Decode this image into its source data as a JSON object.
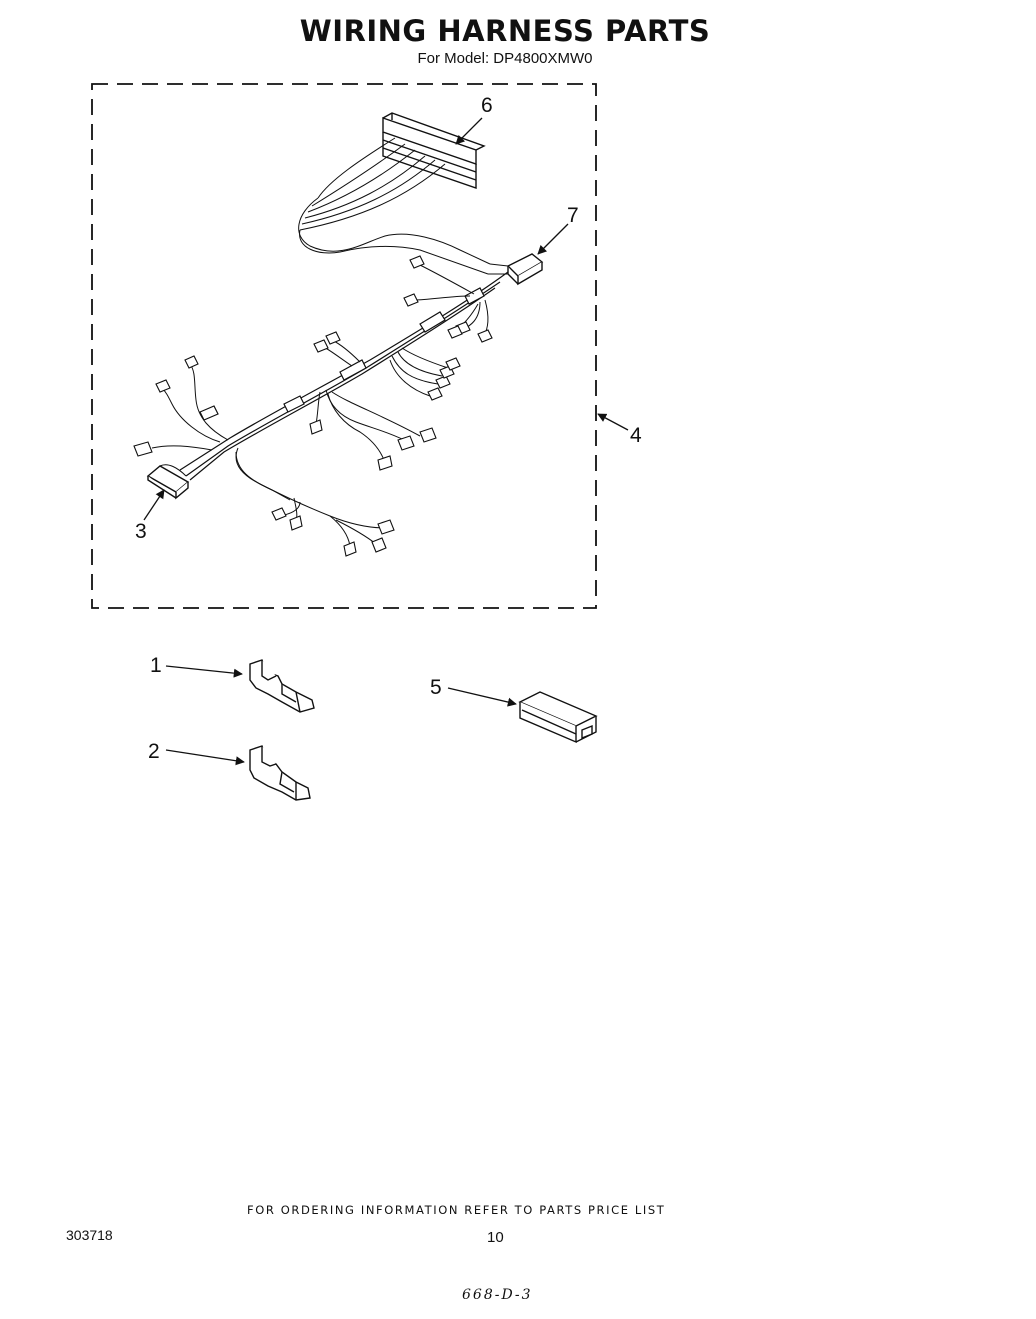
{
  "header": {
    "title": "WIRING HARNESS PARTS",
    "model_line": "For Model: DP4800XMW0"
  },
  "callouts": {
    "c1": "1",
    "c2": "2",
    "c3": "3",
    "c4": "4",
    "c5": "5",
    "c6": "6",
    "c7": "7"
  },
  "footer": {
    "ordering_note": "FOR ORDERING INFORMATION REFER TO PARTS PRICE LIST",
    "doc_number": "303718",
    "page_number": "10",
    "handwritten_code": "668-D-3"
  }
}
